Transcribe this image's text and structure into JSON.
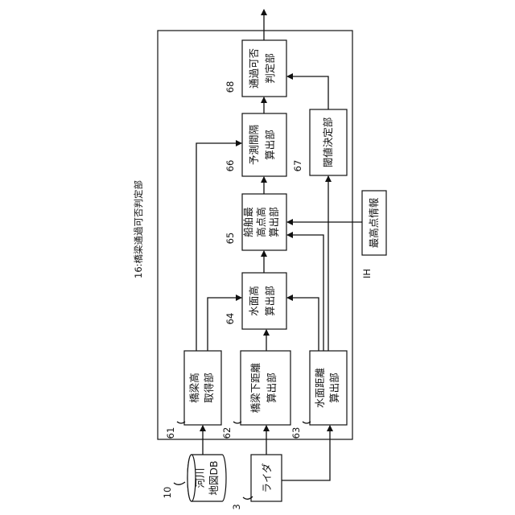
{
  "title": "16:橋梁通過可否判定部",
  "external": {
    "river_db": {
      "ref": "10",
      "line1": "河川",
      "line2": "地図DB"
    },
    "lidar": {
      "ref": "3",
      "label": "ライダ"
    },
    "ih": {
      "ref": "IH",
      "label": "最高点情報"
    }
  },
  "blocks": {
    "b61": {
      "ref": "61",
      "line1": "橋梁高",
      "line2": "取得部"
    },
    "b62": {
      "ref": "62",
      "line1": "橋梁下距離",
      "line2": "算出部"
    },
    "b63": {
      "ref": "63",
      "line1": "水面距離",
      "line2": "算出部"
    },
    "b64": {
      "ref": "64",
      "line1": "水面高",
      "line2": "算出部"
    },
    "b65": {
      "ref": "65",
      "line1": "船舶最",
      "line2": "高点高",
      "line3": "算出部"
    },
    "b66": {
      "ref": "66",
      "line1": "予測間隔",
      "line2": "算出部"
    },
    "b67": {
      "ref": "67",
      "line1": "閾値決定部"
    },
    "b68": {
      "ref": "68",
      "line1": "通過可否",
      "line2": "判定部"
    }
  }
}
